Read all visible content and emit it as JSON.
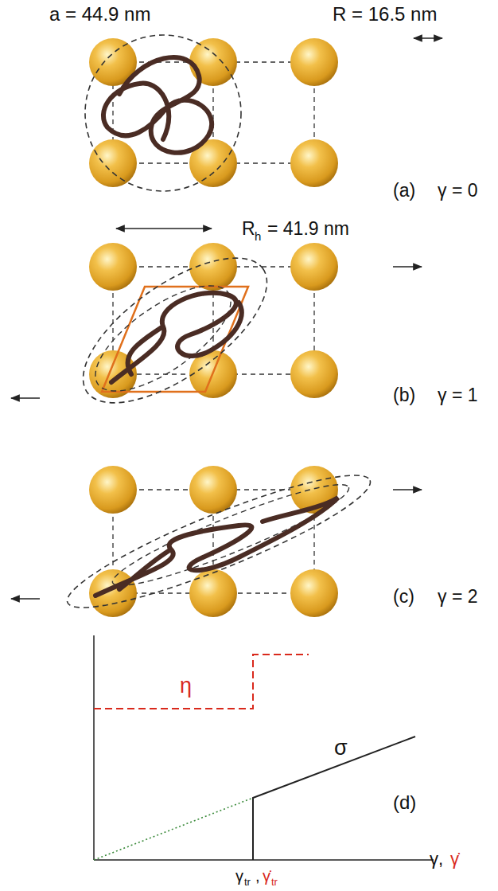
{
  "diagram": {
    "labels": [
      "a = 44.9 nm",
      "R = 16.5 nm",
      "R",
      "h",
      "= 41.9 nm",
      "(a)",
      "γ = 0",
      "(b)",
      "γ = 1",
      "(c)",
      "γ = 2",
      "η",
      "σ",
      "(d)",
      "γ,",
      "γ̇",
      "γ",
      "tr",
      ",",
      "γ̇",
      "tr"
    ]
  }
}
